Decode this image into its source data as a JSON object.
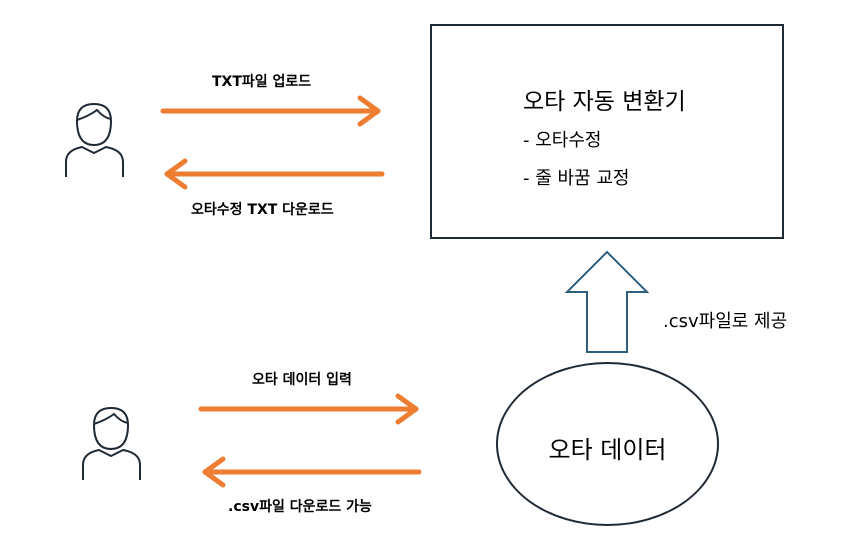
{
  "top_user": {
    "upload_label": "TXT파일 업로드",
    "download_label": "오타수정 TXT 다운로드"
  },
  "converter": {
    "title": "오타 자동 변환기",
    "features": [
      "- 오타수정",
      "- 줄 바꿈 교정"
    ]
  },
  "provide_label": ".csv파일로 제공",
  "bottom_user": {
    "input_label": "오타 데이터 입력",
    "download_label": ".csv파일 다운로드 가능"
  },
  "data_store": {
    "label": "오타 데이터"
  },
  "colors": {
    "arrow": "#ed7d31",
    "outline": "#1f2a35",
    "up_arrow": "#2e5f7f"
  }
}
